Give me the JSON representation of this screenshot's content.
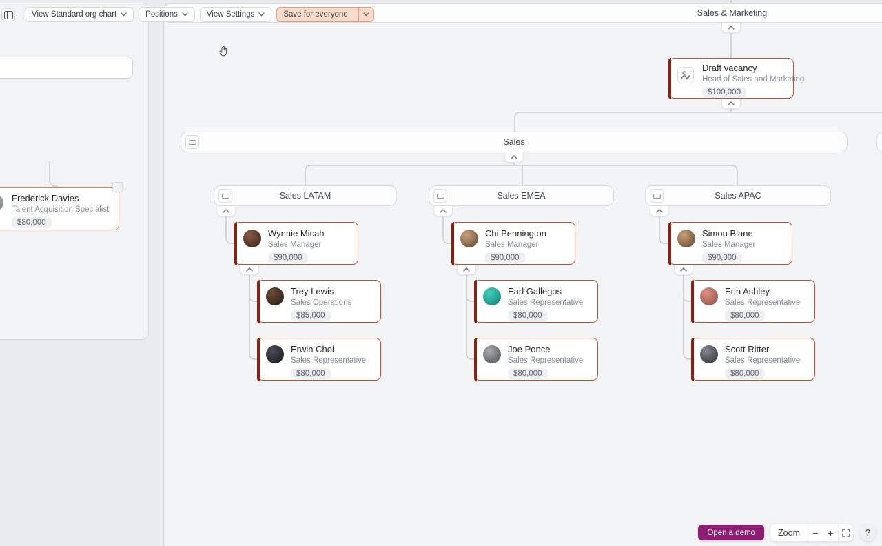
{
  "toolbar": {
    "view_org_chart": "View Standard org chart",
    "positions": "Positions",
    "view_settings": "View Settings",
    "save": "Save for everyone"
  },
  "org": {
    "root_label": "Sales & Marketing",
    "draft_vacancy": {
      "name": "Draft vacancy",
      "role": "Head of Sales and Marketing",
      "salary": "$100,000"
    },
    "sales_label": "Sales",
    "columns": [
      {
        "group": "Sales LATAM",
        "manager": {
          "name": "Wynnie Micah",
          "role": "Sales Manager",
          "salary": "$90,000",
          "avatar": [
            "#8a5a44",
            "#32231c"
          ]
        },
        "reports": [
          {
            "name": "Trey Lewis",
            "role": "Sales Operations",
            "salary": "$85,000",
            "avatar": [
              "#6b4a38",
              "#241a14"
            ]
          },
          {
            "name": "Erwin Choi",
            "role": "Sales Representative",
            "salary": "$80,000",
            "avatar": [
              "#4a4f57",
              "#14161a"
            ]
          }
        ]
      },
      {
        "group": "Sales EMEA",
        "manager": {
          "name": "Chi Pennington",
          "role": "Sales Manager",
          "salary": "$90,000",
          "avatar": [
            "#c9a27c",
            "#5f4430"
          ]
        },
        "reports": [
          {
            "name": "Earl Gallegos",
            "role": "Sales Representative",
            "salary": "$80,000",
            "avatar": [
              "#3fd0be",
              "#177a6f"
            ]
          },
          {
            "name": "Joe Ponce",
            "role": "Sales Representative",
            "salary": "$80,000",
            "avatar": [
              "#a7abb0",
              "#4c5055"
            ]
          }
        ]
      },
      {
        "group": "Sales APAC",
        "manager": {
          "name": "Simon Blane",
          "role": "Sales Manager",
          "salary": "$90,000",
          "avatar": [
            "#c9a078",
            "#5c4128"
          ]
        },
        "reports": [
          {
            "name": "Erin Ashley",
            "role": "Sales Representative",
            "salary": "$80,000",
            "avatar": [
              "#dd9184",
              "#8a4b40"
            ]
          },
          {
            "name": "Scott Ritter",
            "role": "Sales Representative",
            "salary": "$80,000",
            "avatar": [
              "#82878d",
              "#2c3035"
            ]
          }
        ]
      }
    ],
    "floating_card": {
      "name": "Frederick Davies",
      "role": "Talent Acquisition Specialist",
      "salary": "$80,000",
      "avatar": [
        "#c8cbce",
        "#6f7378"
      ]
    }
  },
  "footer": {
    "open_demo": "Open a demo",
    "zoom_label": "Zoom",
    "zoom_out": "−",
    "zoom_in": "+",
    "help": "?"
  },
  "colors": {
    "card_border": "#c2502f",
    "card_stripe": "#8c2010",
    "floating_card_border": "#d08162",
    "save_button_bg": "#f8dcce",
    "save_button_border": "#dc9b72",
    "demo_button": "#8e1d74",
    "connector": "#c8cbd0"
  }
}
